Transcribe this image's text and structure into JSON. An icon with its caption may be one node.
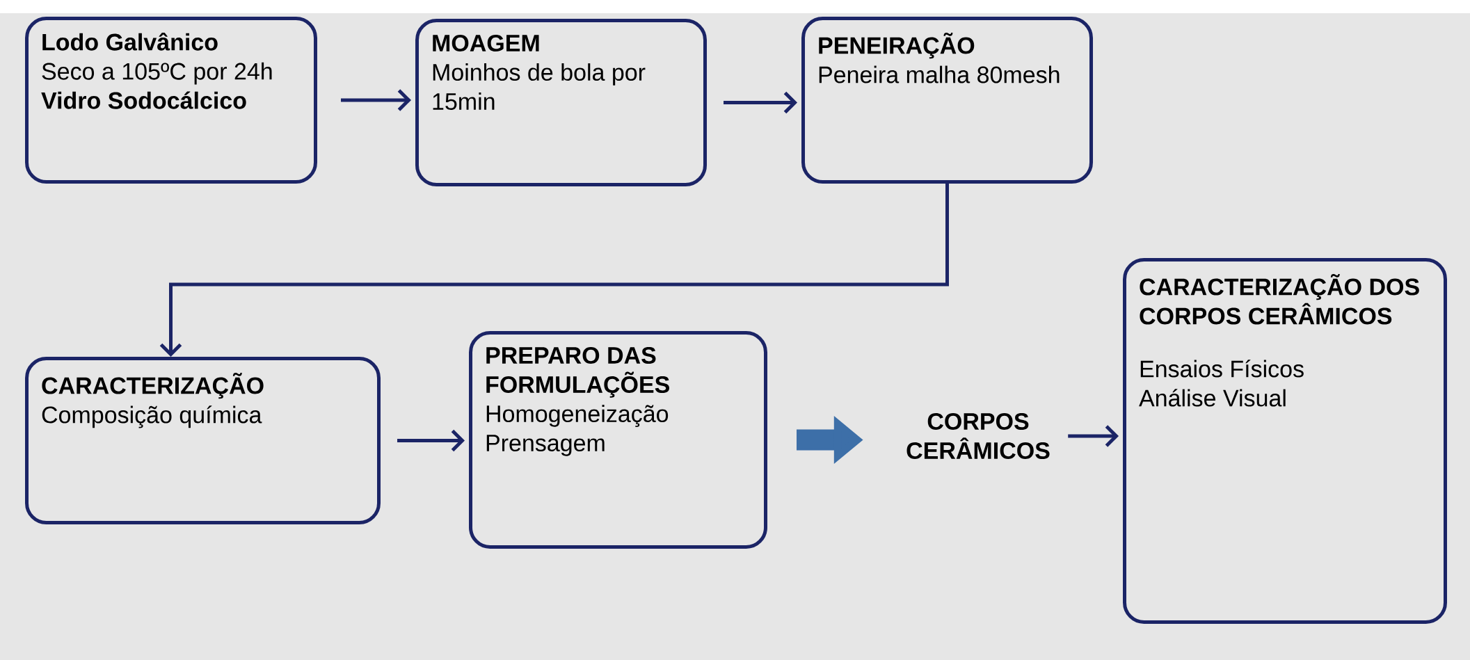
{
  "diagram": {
    "nodes": [
      {
        "text": [
          "Lodo Galvânico",
          "Seco a 105ºC por 24h",
          "Vidro Sodocálcico"
        ]
      },
      {
        "text": [
          "MOAGEM",
          "Moinhos de bola por 15min"
        ]
      },
      {
        "text": [
          "PENEIRAÇÃO",
          "Peneira malha 80mesh"
        ]
      },
      {
        "text": [
          "CARACTERIZAÇÃO",
          "Composição química"
        ]
      },
      {
        "text": [
          "PREPARO DAS FORMULAÇÕES",
          "Homogeneização",
          "Prensagem"
        ]
      },
      {
        "text": [
          "CORPOS CERÂMICOS"
        ]
      },
      {
        "text": [
          "CARACTERIZAÇÃO DOS CORPOS CERÂMICOS",
          "Ensaios Físicos",
          "Análise Visual"
        ]
      }
    ],
    "edges": [
      {
        "from": 0,
        "to": 1,
        "arrow": "to"
      },
      {
        "from": 1,
        "to": 2,
        "arrow": "to"
      },
      {
        "from": 2,
        "to": 3,
        "arrow": "to"
      },
      {
        "from": 3,
        "to": 4,
        "arrow": "to"
      },
      {
        "from": 4,
        "to": 5,
        "arrow": "to",
        "style": "thick",
        "color": "#3d6fa8"
      },
      {
        "from": 5,
        "to": 6,
        "arrow": "to"
      }
    ]
  }
}
